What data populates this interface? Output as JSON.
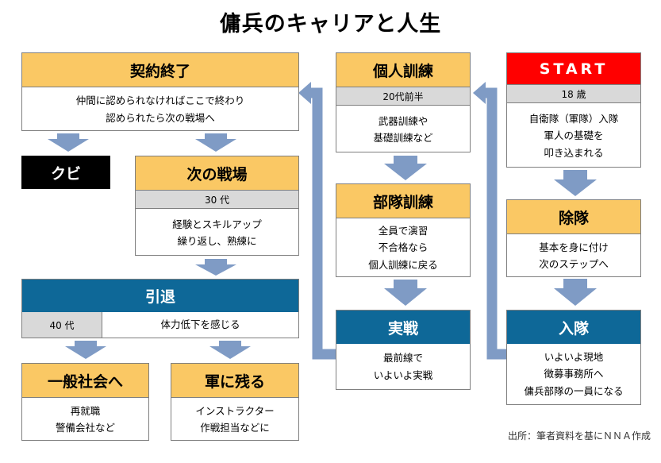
{
  "title": "傭兵のキャリアと人生",
  "source": "出所：筆者資料を基にＮＮＡ作成",
  "colors": {
    "orange": "#fac864",
    "blue": "#0e6898",
    "red": "#ff0000",
    "gray": "#d9d9d9",
    "arrow": "#7f9bc5",
    "black": "#000000"
  },
  "start": {
    "label": "START",
    "age": "18 歳",
    "lines": [
      "自衛隊（軍隊）入隊",
      "軍人の基礎を",
      "叩き込まれる"
    ]
  },
  "discharge": {
    "label": "除隊",
    "lines": [
      "基本を身に付け",
      "次のステップへ"
    ]
  },
  "enlist": {
    "label": "入隊",
    "lines": [
      "いよいよ現地",
      "徴募事務所へ",
      "傭兵部隊の一員になる"
    ]
  },
  "individual": {
    "label": "個人訓練",
    "age": "20代前半",
    "lines": [
      "武器訓練や",
      "基礎訓練など"
    ]
  },
  "unit": {
    "label": "部隊訓練",
    "lines": [
      "全員で演習",
      "不合格なら",
      "個人訓練に戻る"
    ]
  },
  "combat": {
    "label": "実戦",
    "lines": [
      "最前線で",
      "いよいよ実戦"
    ]
  },
  "contract_end": {
    "label": "契約終了",
    "lines": [
      "仲間に認められなければここで終わり",
      "認められたら次の戦場へ"
    ]
  },
  "fired": {
    "label": "クビ"
  },
  "next_field": {
    "label": "次の戦場",
    "age": "30 代",
    "lines": [
      "経験とスキルアップ",
      "繰り返し、熟練に"
    ]
  },
  "retire": {
    "label": "引退",
    "age": "40 代",
    "note": "体力低下を感じる"
  },
  "civilian": {
    "label": "一般社会へ",
    "lines": [
      "再就職",
      "警備会社など"
    ]
  },
  "stay": {
    "label": "軍に残る",
    "lines": [
      "インストラクター",
      "作戦担当などに"
    ]
  }
}
